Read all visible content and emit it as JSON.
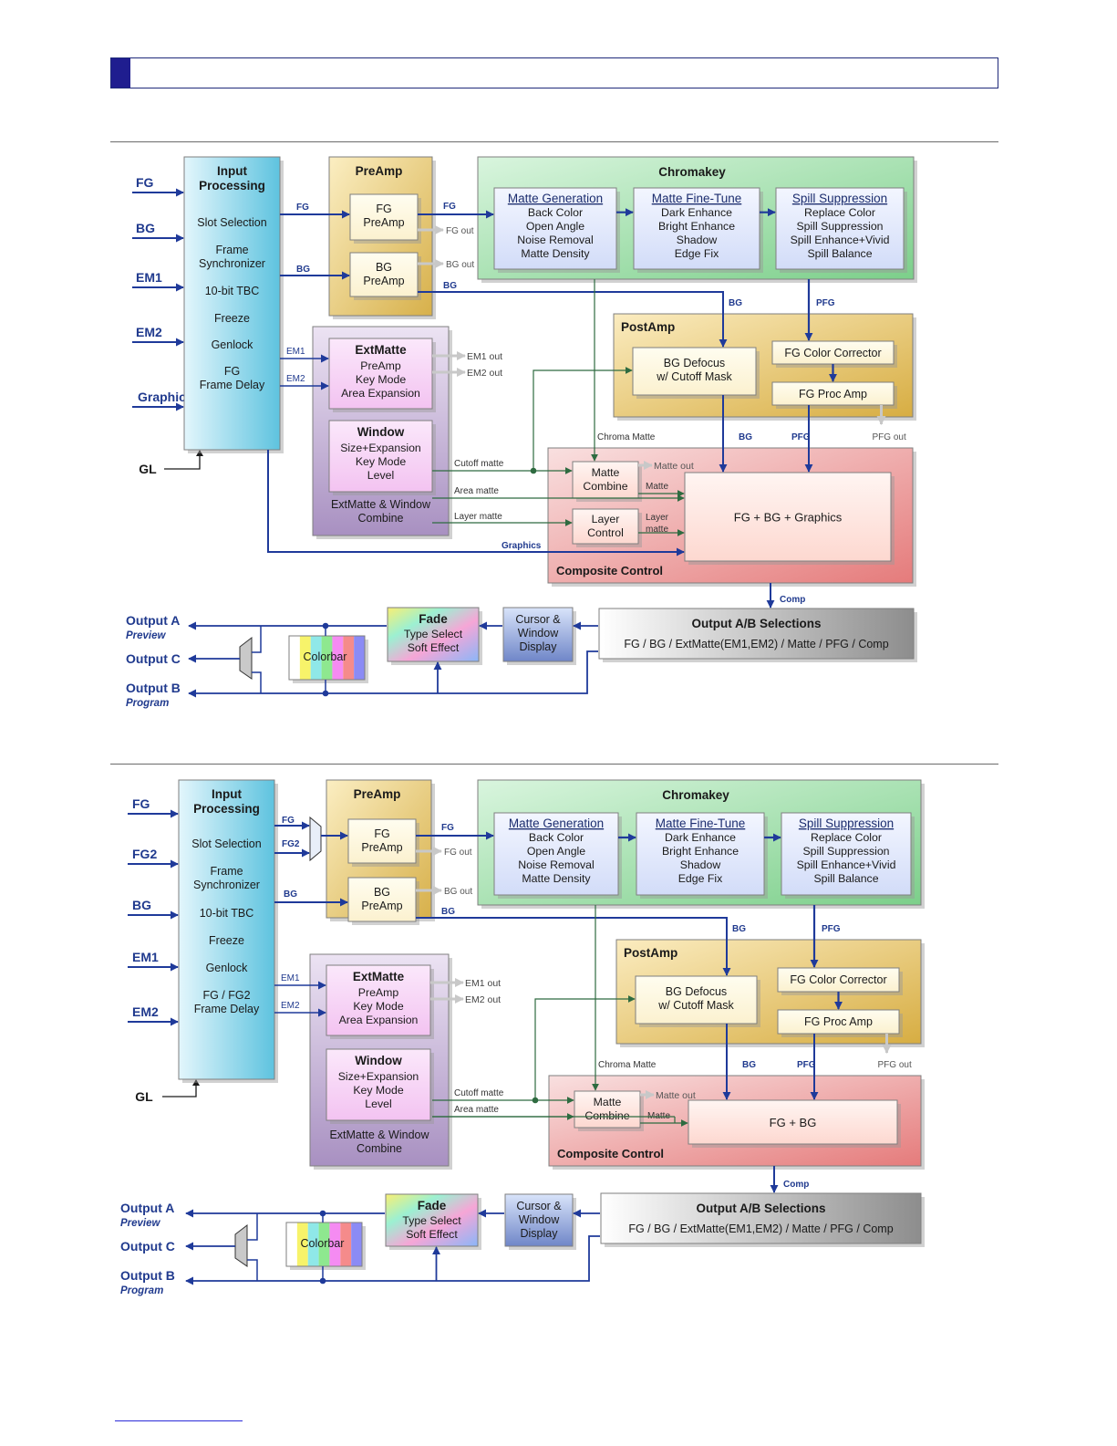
{
  "diagrams": [
    {
      "inputs": [
        "FG",
        "BG",
        "EM1",
        "EM2",
        "Graphics"
      ],
      "gl": "GL",
      "input_processing": {
        "title": [
          "Input",
          "Processing"
        ],
        "items": [
          [
            "Slot Selection"
          ],
          [
            "Frame",
            "Synchronizer"
          ],
          [
            "10-bit TBC"
          ],
          [
            "Freeze"
          ],
          [
            "Genlock"
          ],
          [
            "FG",
            "Frame Delay"
          ]
        ]
      },
      "preamp": {
        "title": "PreAmp",
        "fg": [
          "FG",
          "PreAmp"
        ],
        "bg": [
          "BG",
          "PreAmp"
        ],
        "fg_label": "FG",
        "bg_label": "BG",
        "fg_out": "FG out",
        "bg_out": "BG out"
      },
      "chromakey": {
        "title": "Chromakey",
        "blocks": [
          {
            "title": "Matte Generation",
            "items": [
              "Back Color",
              "Open Angle",
              "Noise Removal",
              "Matte Density"
            ]
          },
          {
            "title": "Matte Fine-Tune",
            "items": [
              "Dark Enhance",
              "Bright Enhance",
              "Shadow",
              "Edge Fix"
            ]
          },
          {
            "title": "Spill Suppression",
            "items": [
              "Replace Color",
              "Spill Suppression",
              "Spill Enhance+Vivid",
              "Spill Balance"
            ]
          }
        ]
      },
      "postamp": {
        "title": "PostAmp",
        "defocus": [
          "BG Defocus",
          "w/ Cutoff Mask"
        ],
        "color_corrector": "FG Color Corrector",
        "proc_amp": "FG Proc Amp",
        "pfg_out": "PFG out"
      },
      "extmatte": {
        "title": "ExtMatte",
        "items": [
          "PreAmp",
          "Key Mode",
          "Area Expansion"
        ],
        "em1_out": "EM1 out",
        "em2_out": "EM2 out"
      },
      "window": {
        "title": "Window",
        "items": [
          "Size+Expansion",
          "Key Mode",
          "Level"
        ]
      },
      "combine_label": [
        "ExtMatte & Window",
        "Combine"
      ],
      "composite": {
        "title": "Composite Control",
        "matte_combine": [
          "Matte",
          "Combine"
        ],
        "matte_out": "Matte out",
        "layer_control": [
          "Layer",
          "Control"
        ],
        "main": "FG + BG + Graphics"
      },
      "output_sel": {
        "title": "Output A/B Selections",
        "subtitle": "FG / BG / ExtMatte(EM1,EM2) / Matte / PFG / Comp"
      },
      "cursor": [
        "Cursor &",
        "Window",
        "Display"
      ],
      "fade": {
        "title": "Fade",
        "items": [
          "Type Select",
          "Soft Effect"
        ]
      },
      "colorbar": "Colorbar",
      "outputs": {
        "a": "Output A",
        "a_sub": "Preview",
        "c": "Output C",
        "b": "Output B",
        "b_sub": "Program"
      },
      "sig": {
        "fg": "FG",
        "bg": "BG",
        "pfg": "PFG",
        "comp": "Comp",
        "em1": "EM1",
        "em2": "EM2",
        "chroma_matte": "Chroma Matte",
        "cutoff": "Cutoff matte",
        "area": "Area matte",
        "layer": "Layer matte",
        "graphics": "Graphics",
        "matte": "Matte",
        "layer_matte": [
          "Layer",
          "matte"
        ]
      }
    },
    {
      "inputs": [
        "FG",
        "FG2",
        "BG",
        "EM1",
        "EM2"
      ],
      "gl": "GL",
      "input_processing": {
        "title": [
          "Input",
          "Processing"
        ],
        "items": [
          [
            "Slot Selection"
          ],
          [
            "Frame",
            "Synchronizer"
          ],
          [
            "10-bit TBC"
          ],
          [
            "Freeze"
          ],
          [
            "Genlock"
          ],
          [
            "FG / FG2",
            "Frame Delay"
          ]
        ]
      },
      "preamp": {
        "title": "PreAmp",
        "fg": [
          "FG",
          "PreAmp"
        ],
        "bg": [
          "BG",
          "PreAmp"
        ],
        "fg_label": "FG",
        "fg2_label": "FG2",
        "bg_label": "BG",
        "fg_out": "FG out",
        "bg_out": "BG out"
      },
      "chromakey": {
        "title": "Chromakey",
        "blocks": [
          {
            "title": "Matte Generation",
            "items": [
              "Back Color",
              "Open Angle",
              "Noise Removal",
              "Matte Density"
            ]
          },
          {
            "title": "Matte Fine-Tune",
            "items": [
              "Dark Enhance",
              "Bright Enhance",
              "Shadow",
              "Edge Fix"
            ]
          },
          {
            "title": "Spill Suppression",
            "items": [
              "Replace Color",
              "Spill Suppression",
              "Spill Enhance+Vivid",
              "Spill Balance"
            ]
          }
        ]
      },
      "postamp": {
        "title": "PostAmp",
        "defocus": [
          "BG Defocus",
          "w/ Cutoff Mask"
        ],
        "color_corrector": "FG Color Corrector",
        "proc_amp": "FG Proc Amp",
        "pfg_out": "PFG out"
      },
      "extmatte": {
        "title": "ExtMatte",
        "items": [
          "PreAmp",
          "Key Mode",
          "Area Expansion"
        ],
        "em1_out": "EM1 out",
        "em2_out": "EM2 out"
      },
      "window": {
        "title": "Window",
        "items": [
          "Size+Expansion",
          "Key Mode",
          "Level"
        ]
      },
      "combine_label": [
        "ExtMatte & Window",
        "Combine"
      ],
      "composite": {
        "title": "Composite Control",
        "matte_combine": [
          "Matte",
          "Combine"
        ],
        "matte_out": "Matte out",
        "main": "FG + BG"
      },
      "output_sel": {
        "title": "Output A/B Selections",
        "subtitle": "FG / BG / ExtMatte(EM1,EM2) / Matte / PFG / Comp"
      },
      "cursor": [
        "Cursor &",
        "Window",
        "Display"
      ],
      "fade": {
        "title": "Fade",
        "items": [
          "Type Select",
          "Soft Effect"
        ]
      },
      "colorbar": "Colorbar",
      "outputs": {
        "a": "Output A",
        "a_sub": "Preview",
        "c": "Output C",
        "b": "Output B",
        "b_sub": "Program"
      },
      "sig": {
        "fg": "FG",
        "bg": "BG",
        "pfg": "PFG",
        "comp": "Comp",
        "em1": "EM1",
        "em2": "EM2",
        "chroma_matte": "Chroma Matte",
        "cutoff": "Cutoff matte",
        "area": "Area matte",
        "matte": "Matte"
      }
    }
  ]
}
